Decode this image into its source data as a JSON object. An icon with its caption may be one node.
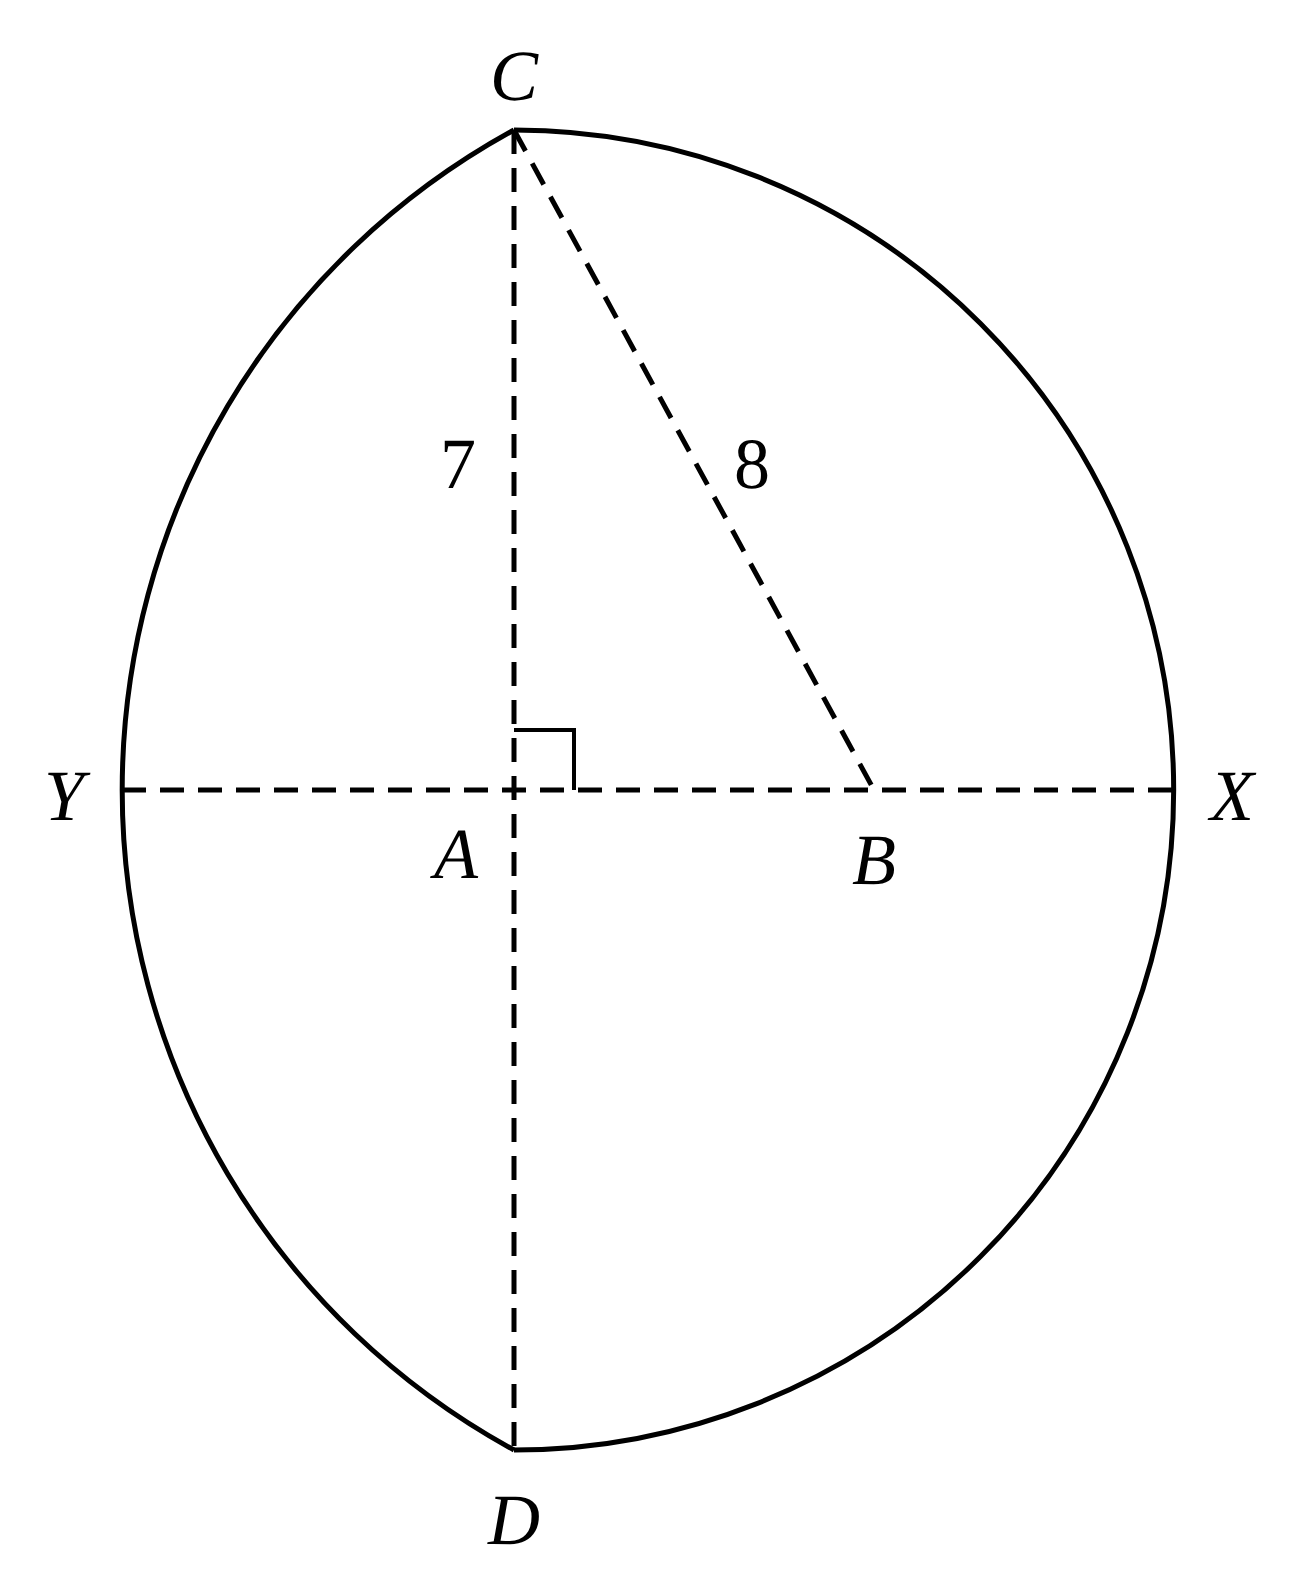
{
  "diagram": {
    "labels": [
      "C",
      "7",
      "8",
      "Y",
      "X",
      "A",
      "B",
      "D"
    ]
  }
}
